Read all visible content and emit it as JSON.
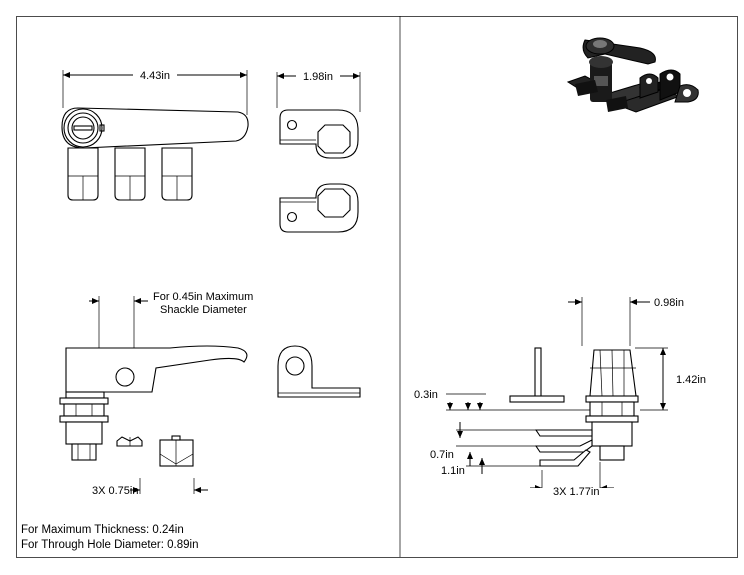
{
  "dimensions": {
    "overall_length": "4.43in",
    "shackle_width": "1.98in",
    "shackle_note_line1": "For 0.45in Maximum",
    "shackle_note_line2": "Shackle Diameter",
    "offset_width": "0.98in",
    "overall_height": "1.42in",
    "cam_thickness": "0.3in",
    "cam_spacing_a": "0.7in",
    "cam_spacing_b": "1.1in",
    "cam_width_qty": "3X 0.75in",
    "cam_length_qty": "3X 1.77in"
  },
  "notes": {
    "max_thickness": "For Maximum Thickness: 0.24in",
    "hole_diameter": "For Through Hole Diameter: 0.89in"
  }
}
